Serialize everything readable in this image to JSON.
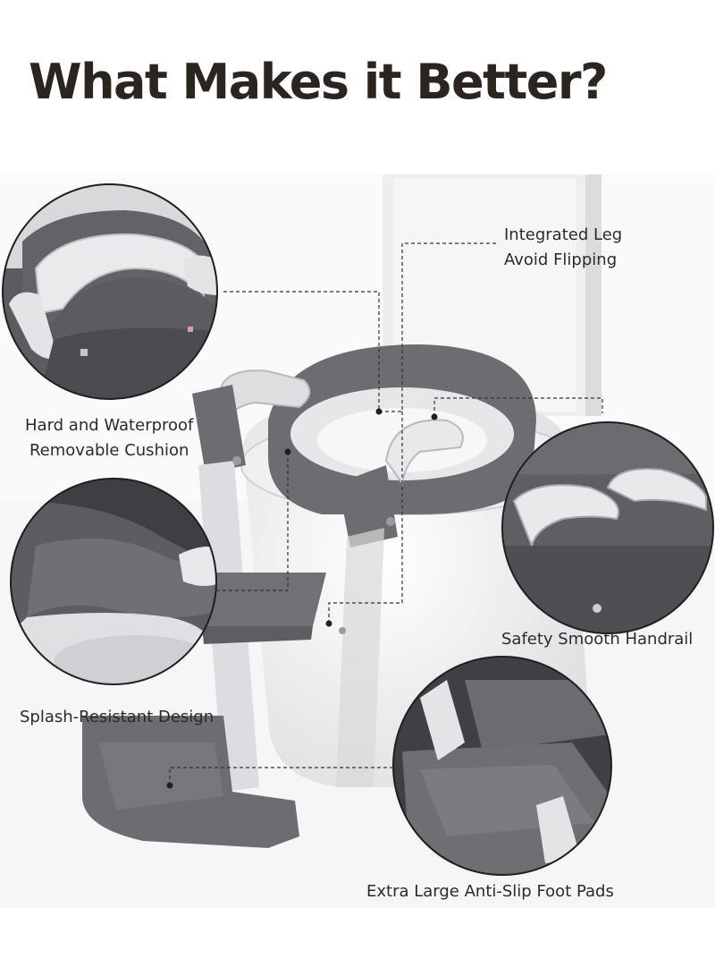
{
  "title": "What Makes it Better?",
  "features": {
    "leg": {
      "line1": "Integrated Leg",
      "line2": "Avoid Flipping"
    },
    "cushion": {
      "line1": "Hard and Waterproof",
      "line2": "Removable Cushion"
    },
    "handrail": {
      "label": "Safety Smooth Handrail"
    },
    "splash": {
      "label": "Splash-Resistant Design"
    },
    "footpads": {
      "label": "Extra Large Anti-Slip Foot Pads"
    }
  },
  "colors": {
    "text": "#2b2520",
    "product_gray": "#6b6d70",
    "product_light": "#e4e5e7",
    "leader_line": "#333333"
  }
}
